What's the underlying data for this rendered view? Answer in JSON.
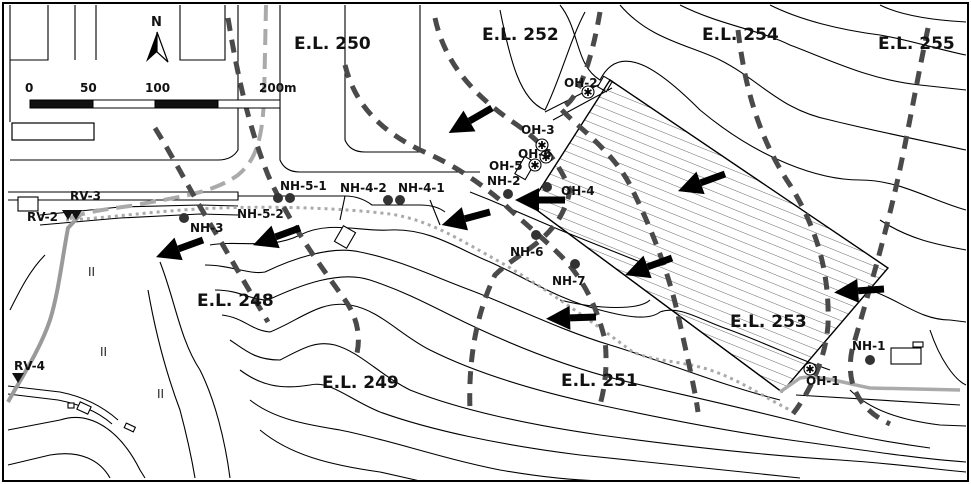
{
  "north_label": "N",
  "scale_bar": {
    "ticks": [
      "0",
      "50",
      "100",
      "200m"
    ]
  },
  "elevation_lines": [
    {
      "id": "el-250",
      "label": "E.L. 250"
    },
    {
      "id": "el-252",
      "label": "E.L. 252"
    },
    {
      "id": "el-254",
      "label": "E.L. 254"
    },
    {
      "id": "el-255",
      "label": "E.L. 255"
    },
    {
      "id": "el-248",
      "label": "E.L. 248"
    },
    {
      "id": "el-249",
      "label": "E.L. 249"
    },
    {
      "id": "el-251",
      "label": "E.L. 251"
    },
    {
      "id": "el-253",
      "label": "E.L. 253"
    }
  ],
  "wells": {
    "nh": [
      "NH-1",
      "NH-2",
      "NH-3",
      "NH-4-1",
      "NH-4-2",
      "NH-5-1",
      "NH-5-2",
      "NH-6",
      "NH-7"
    ],
    "oh": [
      "OH-1",
      "OH-2",
      "OH-3",
      "OH-4",
      "OH-5",
      "OH-6"
    ],
    "rv": [
      "RV-2",
      "RV-3",
      "RV-4"
    ]
  },
  "symbols": {
    "wetland_marks": [
      "ⅠⅠ",
      "ⅠⅠ",
      "ⅠⅠ"
    ]
  },
  "colors": {
    "equipotential": "#4a4a4a",
    "river": "#9a9a9a",
    "contour": "#000000",
    "hatch": "#555555"
  }
}
